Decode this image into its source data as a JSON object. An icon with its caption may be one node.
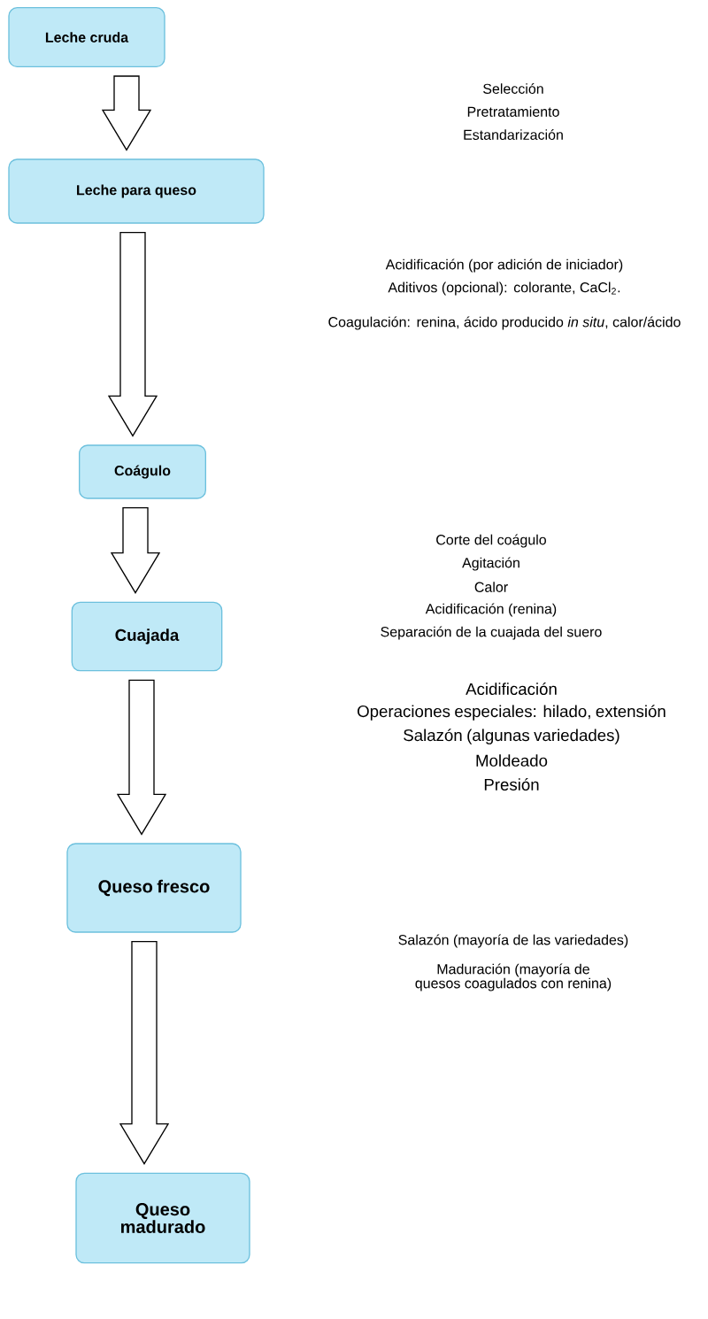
{
  "diagram": {
    "nodes": [
      {
        "text": [
          "Leche cruda"
        ]
      },
      {
        "text": [
          "Leche para queso"
        ]
      },
      {
        "text": [
          "Coágulo"
        ]
      },
      {
        "text": [
          "Cuajada"
        ]
      },
      {
        "text": [
          "Queso fresco"
        ]
      },
      {
        "text": [
          "Queso madurado"
        ]
      }
    ],
    "edges": [
      {
        "from": 0,
        "to": 1,
        "arrow": "to"
      },
      {
        "from": 1,
        "to": 2,
        "arrow": "to"
      },
      {
        "from": 2,
        "to": 3,
        "arrow": "to"
      },
      {
        "from": 3,
        "to": 4,
        "arrow": "to"
      },
      {
        "from": 4,
        "to": 5,
        "arrow": "to"
      }
    ],
    "labels": [
      "Selección",
      "Pretratamiento",
      "Estandarización",
      "Acidificación (por adición de iniciador)",
      "Aditivos (opcional): colorante, CaCl$_{2}$.",
      "Coagulación: renina, ácido producido *in situ*, calor/ácido",
      "Corte del coágulo",
      "Agitación",
      "Calor",
      "Acidificación (renina)",
      "Separación de la cuajada del suero",
      "Acidificación",
      "Operaciones especiales: hilado, extensión",
      "Salazón (algunas variedades)",
      "Moldeado",
      "Presión",
      "Salazón (mayoría de las variedades)",
      "Maduración (mayoría de quesos coagulados con renina)"
    ]
  }
}
